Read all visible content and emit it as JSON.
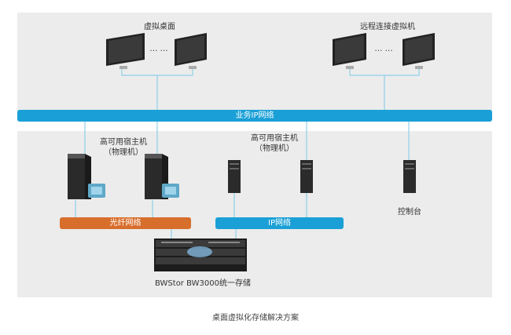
{
  "groups": {
    "virtual_desktop": "虚拟桌面",
    "remote_vm": "远程连接虚拟机"
  },
  "ellipsis": "…  …",
  "networks": {
    "business_ip": "业务IP网络",
    "fiber": "光纤网络",
    "ip": "IP网络"
  },
  "hosts": {
    "ha_host_left": "高可用宿主机\n（物理机）",
    "ha_host_right": "高可用宿主机\n（物理机）",
    "console": "控制台"
  },
  "storage": "BWStor BW3000统一存储",
  "caption": "桌面虚拟化存储解决方案",
  "colors": {
    "business_bar": "#1aa0d6",
    "fiber_bar": "#d86e2c",
    "ip_bar": "#1aa0d6",
    "panel": "#ececec",
    "link": "#8ed0ea"
  }
}
